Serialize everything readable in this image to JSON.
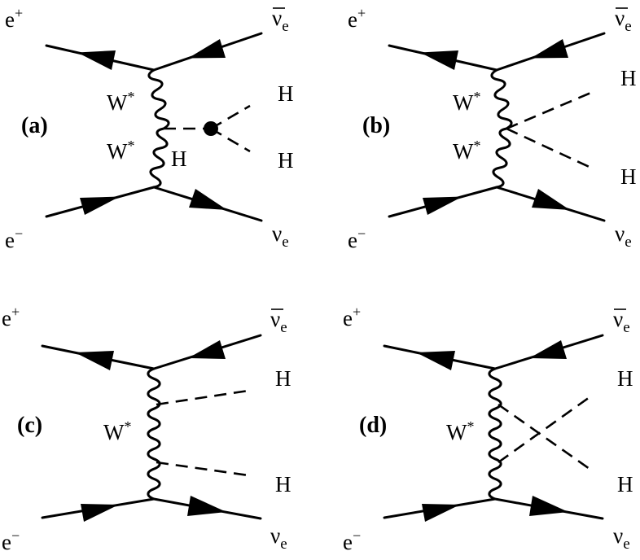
{
  "diagrams": [
    {
      "id": "a",
      "panel_label": "(a)",
      "labels": {
        "e_plus": "e",
        "e_plus_sup": "+",
        "e_minus": "e",
        "e_minus_sup": "−",
        "nubar": "ν",
        "nubar_sub": "e",
        "nu": "ν",
        "nu_sub": "e",
        "w_upper": "W",
        "w_upper_sup": "*",
        "w_lower": "W",
        "w_lower_sup": "*",
        "h_internal": "H",
        "h_top": "H",
        "h_bottom": "H"
      }
    },
    {
      "id": "b",
      "panel_label": "(b)",
      "labels": {
        "e_plus": "e",
        "e_plus_sup": "+",
        "e_minus": "e",
        "e_minus_sup": "−",
        "nubar": "ν",
        "nubar_sub": "e",
        "nu": "ν",
        "nu_sub": "e",
        "w_upper": "W",
        "w_upper_sup": "*",
        "w_lower": "W",
        "w_lower_sup": "*",
        "h_top": "H",
        "h_bottom": "H"
      }
    },
    {
      "id": "c",
      "panel_label": "(c)",
      "labels": {
        "e_plus": "e",
        "e_plus_sup": "+",
        "e_minus": "e",
        "e_minus_sup": "−",
        "nubar": "ν",
        "nubar_sub": "e",
        "nu": "ν",
        "nu_sub": "e",
        "w": "W",
        "w_sup": "*",
        "h_top": "H",
        "h_bottom": "H"
      }
    },
    {
      "id": "d",
      "panel_label": "(d)",
      "labels": {
        "e_plus": "e",
        "e_plus_sup": "+",
        "e_minus": "e",
        "e_minus_sup": "−",
        "nubar": "ν",
        "nubar_sub": "e",
        "nu": "ν",
        "nu_sub": "e",
        "w": "W",
        "w_sup": "*",
        "h_top": "H",
        "h_bottom": "H"
      }
    }
  ]
}
